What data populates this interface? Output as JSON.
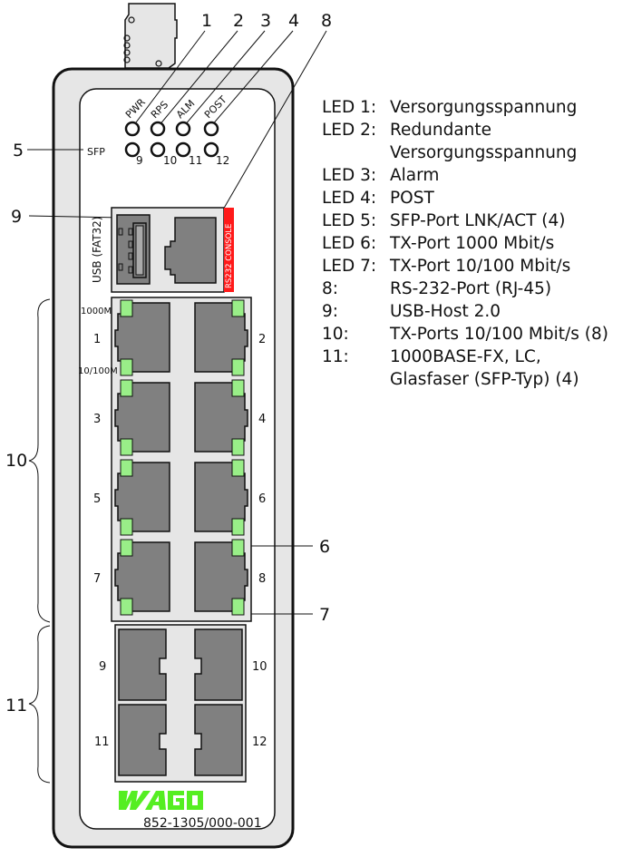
{
  "device": {
    "led_labels": [
      "PWR",
      "RPS",
      "ALM",
      "POST"
    ],
    "sfp_led_label": "SFP",
    "sfp_led_numbers": [
      "9",
      "10",
      "11",
      "12"
    ],
    "usb_label": "USB (FAT32)",
    "console_label": "RS232 CONSOLE",
    "speed_label_top": "1000M",
    "speed_label_bottom": "10/100M",
    "rj45_port_numbers": [
      "1",
      "2",
      "3",
      "4",
      "5",
      "6",
      "7",
      "8"
    ],
    "sfp_port_numbers": [
      "9",
      "10",
      "11",
      "12"
    ],
    "brand_logo": "WAGO",
    "model": "852-1305/000-001",
    "colors": {
      "led_green": "#99ee88",
      "console_red": "#ff1a1a",
      "logo_green": "#55ee22",
      "case": "#e6e6e6",
      "port": "#808080"
    }
  },
  "callouts": {
    "c1": "1",
    "c2": "2",
    "c3": "3",
    "c4": "4",
    "c8": "8",
    "c5": "5",
    "c9": "9",
    "c6": "6",
    "c7": "7",
    "c10": "10",
    "c11": "11"
  },
  "legend": [
    {
      "label": "LED 1:",
      "value": "Versorgungsspannung"
    },
    {
      "label": "LED 2:",
      "value": "Redundante"
    },
    {
      "label": "",
      "value": "Versorgungsspannung"
    },
    {
      "label": "LED 3:",
      "value": "Alarm"
    },
    {
      "label": "LED 4:",
      "value": "POST"
    },
    {
      "label": "LED 5:",
      "value": "SFP-Port LNK/ACT (4)"
    },
    {
      "label": "LED 6:",
      "value": "TX-Port 1000 Mbit/s"
    },
    {
      "label": "LED 7:",
      "value": "TX-Port 10/100 Mbit/s"
    },
    {
      "label": "8:",
      "value": "RS-232-Port (RJ-45)"
    },
    {
      "label": "9:",
      "value": "USB-Host 2.0"
    },
    {
      "label": "10:",
      "value": "TX-Ports 10/100 Mbit/s (8)"
    },
    {
      "label": "11:",
      "value": "1000BASE-FX, LC,"
    },
    {
      "label": "",
      "value": "Glasfaser (SFP-Typ) (4)"
    }
  ]
}
